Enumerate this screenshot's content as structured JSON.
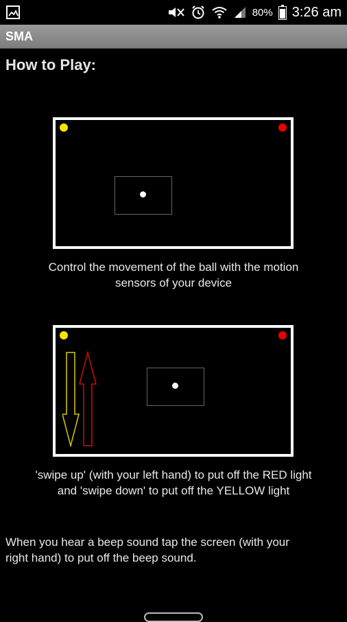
{
  "status_bar": {
    "left_icon": "gallery-notification-icon",
    "icons": [
      "mute-icon",
      "alarm-icon",
      "wifi-icon",
      "signal-icon",
      "battery-icon"
    ],
    "battery": "80%",
    "time": "3:26 am"
  },
  "app": {
    "title": "SMA"
  },
  "screen": {
    "heading": "How to Play:",
    "panel1": {
      "caption_line1": "Control the movement of the ball with the motion",
      "caption_line2": "sensors of your device"
    },
    "panel2": {
      "caption_line1": "'swipe up' (with your left hand) to put off the RED light",
      "caption_line2": "and 'swipe down' to put off the YELLOW light"
    },
    "beep": {
      "line1": "When you hear a beep sound tap the screen (with your",
      "line2": "right hand) to put off the beep sound."
    }
  },
  "colors": {
    "background": "#000000",
    "yellow_light": "#f5e400",
    "red_light": "#e60000",
    "action_bar": "#8a8a8a"
  }
}
